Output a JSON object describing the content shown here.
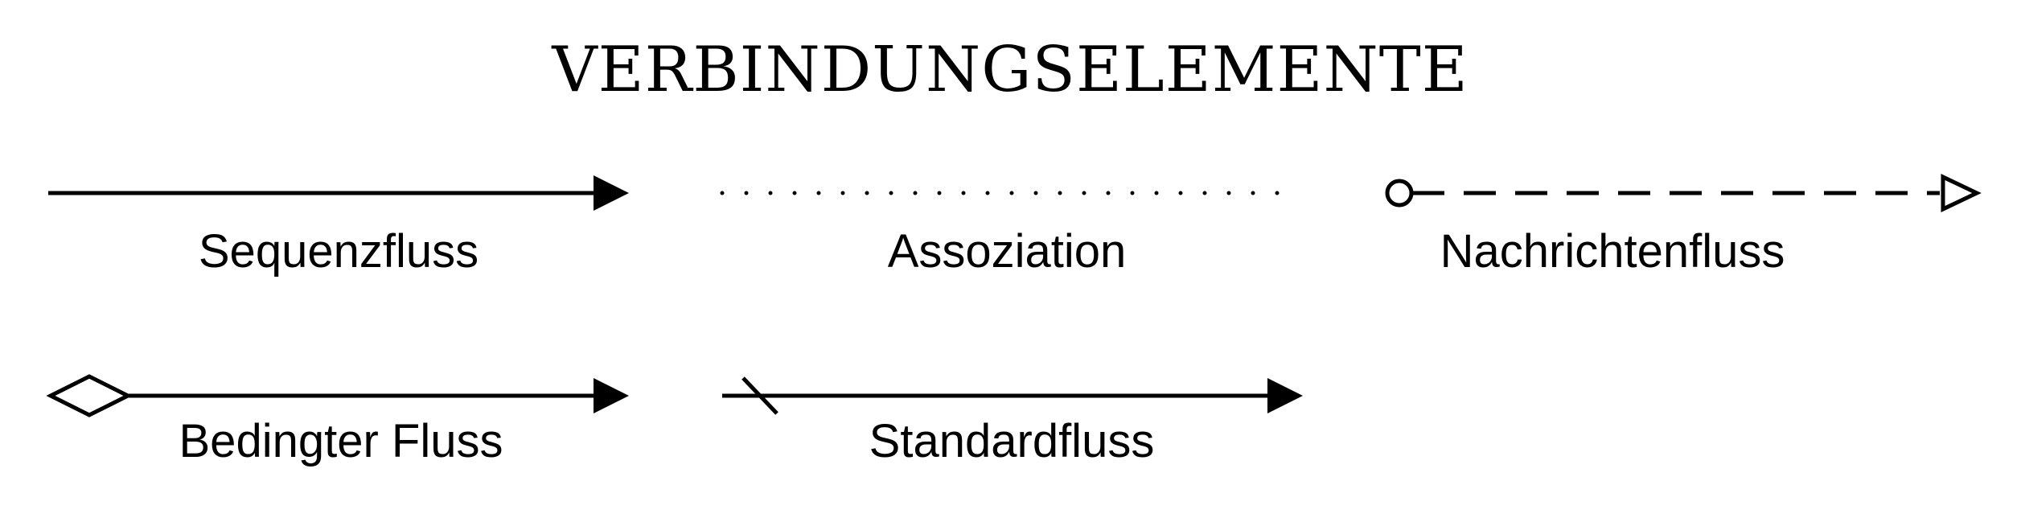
{
  "diagram": {
    "title": "VERBINDUNGSELEMENTE",
    "connectors": [
      {
        "label": "Sequenzfluss",
        "line_style": "solid",
        "start": "none",
        "end": "filled-arrow"
      },
      {
        "label": "Assoziation",
        "line_style": "dotted",
        "start": "none",
        "end": "none"
      },
      {
        "label": "Nachrichtenfluss",
        "line_style": "dashed",
        "start": "open-circle",
        "end": "open-arrow"
      },
      {
        "label": "Bedingter Fluss",
        "line_style": "solid",
        "start": "open-diamond",
        "end": "filled-arrow"
      },
      {
        "label": "Standardfluss",
        "line_style": "solid",
        "start": "slash",
        "end": "filled-arrow"
      }
    ],
    "colors": {
      "stroke": "#000000",
      "background": "#ffffff"
    }
  }
}
